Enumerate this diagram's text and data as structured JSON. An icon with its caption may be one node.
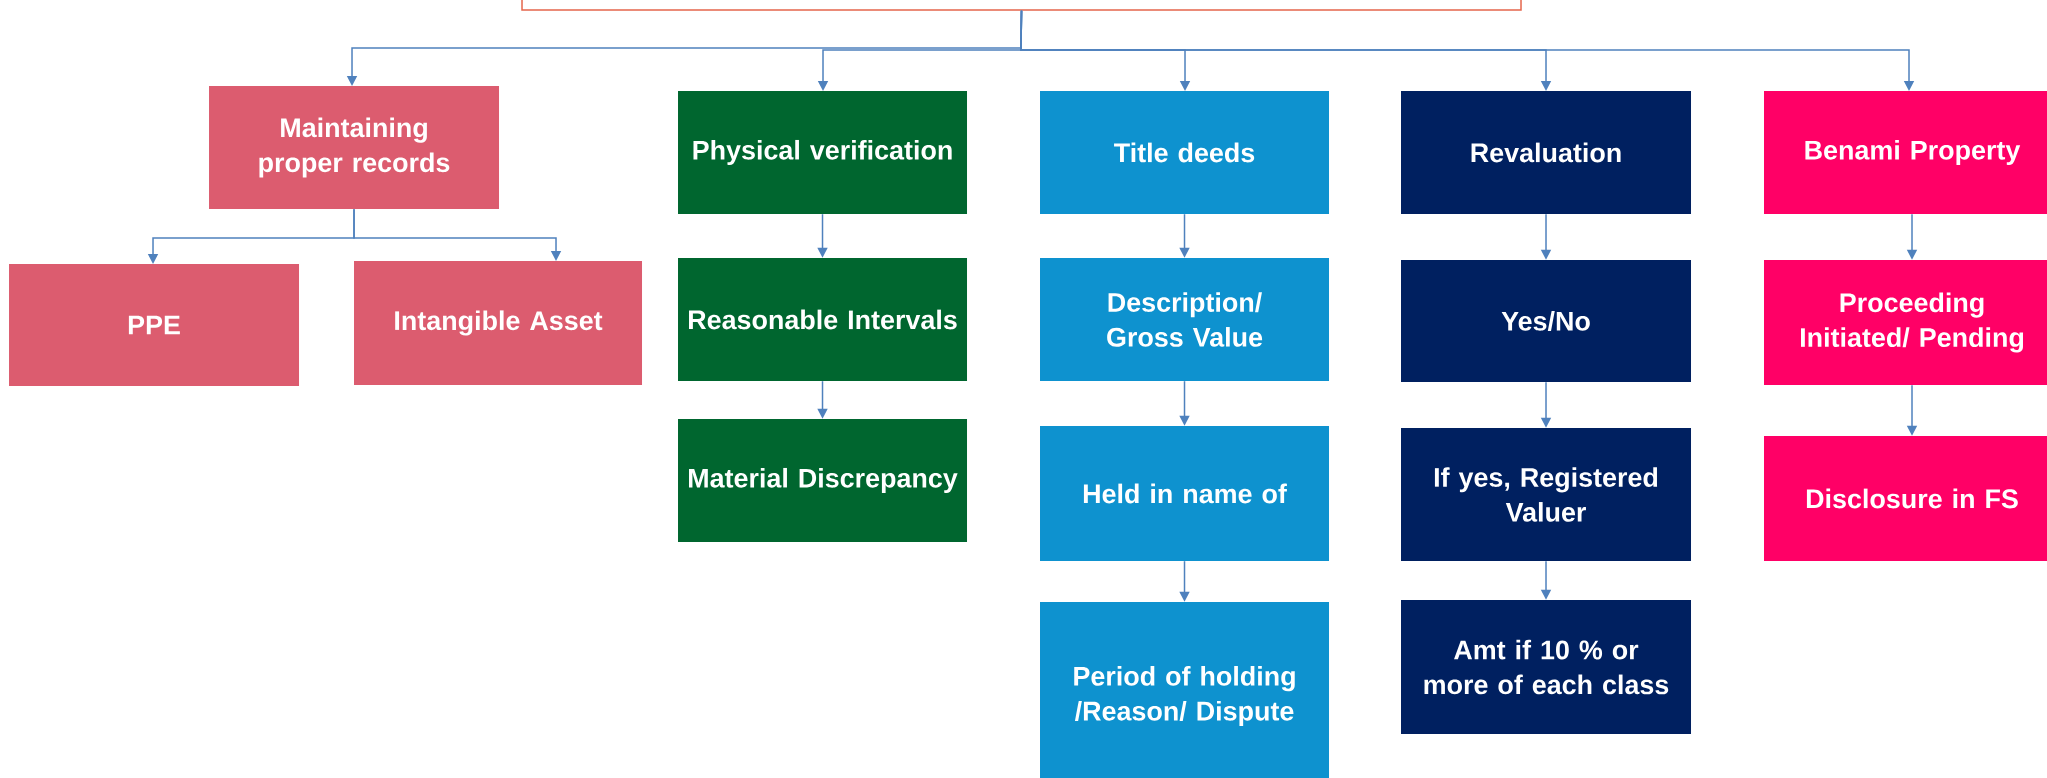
{
  "diagram": {
    "nodes": [
      {
        "text": [],
        "shape": "box"
      },
      {
        "text": [
          "Maintaining proper records"
        ]
      },
      {
        "text": [
          "PPE"
        ]
      },
      {
        "text": [
          "Intangible Asset"
        ]
      },
      {
        "text": [
          "Physical verification"
        ]
      },
      {
        "text": [
          "Reasonable Intervals"
        ]
      },
      {
        "text": [
          "Material Discrepancy"
        ]
      },
      {
        "text": [
          "Title deeds"
        ]
      },
      {
        "text": [
          "Description/ Gross Value"
        ]
      },
      {
        "text": [
          "Held in name of"
        ]
      },
      {
        "text": [
          "Period of holding /Reason/ Dispute"
        ]
      },
      {
        "text": [
          "Revaluation"
        ]
      },
      {
        "text": [
          "Yes/No"
        ]
      },
      {
        "text": [
          "If yes, Registered Valuer"
        ]
      },
      {
        "text": [
          "Amt if 10 % or more of each class"
        ]
      },
      {
        "text": [
          "Benami Property"
        ]
      },
      {
        "text": [
          "Proceeding Initiated/ Pending"
        ]
      },
      {
        "text": [
          "Disclosure in FS"
        ]
      }
    ],
    "edges": [
      {
        "from": 0,
        "to": 1,
        "arrow": "to"
      },
      {
        "from": 0,
        "to": 4,
        "arrow": "to"
      },
      {
        "from": 0,
        "to": 7,
        "arrow": "to"
      },
      {
        "from": 0,
        "to": 11,
        "arrow": "to"
      },
      {
        "from": 0,
        "to": 15,
        "arrow": "to"
      },
      {
        "from": 1,
        "to": 2,
        "arrow": "to"
      },
      {
        "from": 1,
        "to": 3,
        "arrow": "to"
      },
      {
        "from": 4,
        "to": 5,
        "arrow": "to"
      },
      {
        "from": 5,
        "to": 6,
        "arrow": "to"
      },
      {
        "from": 7,
        "to": 8,
        "arrow": "to"
      },
      {
        "from": 8,
        "to": 9,
        "arrow": "to"
      },
      {
        "from": 9,
        "to": 10,
        "arrow": "to"
      },
      {
        "from": 11,
        "to": 12,
        "arrow": "to"
      },
      {
        "from": 12,
        "to": 13,
        "arrow": "to"
      },
      {
        "from": 13,
        "to": 14,
        "arrow": "to"
      },
      {
        "from": 15,
        "to": 16,
        "arrow": "to"
      },
      {
        "from": 16,
        "to": 17,
        "arrow": "to"
      }
    ]
  }
}
